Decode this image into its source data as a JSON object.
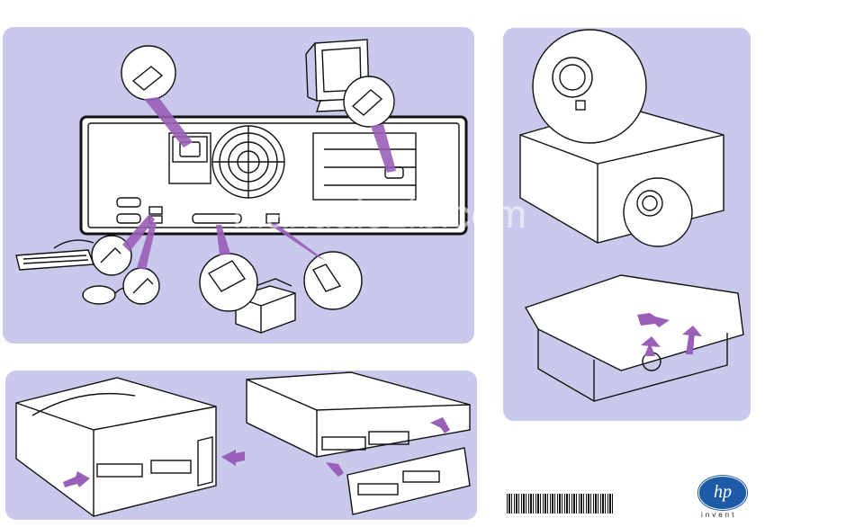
{
  "watermark": "ManualsLib.com",
  "brand": {
    "logo_text": "hp",
    "tagline": "invent"
  },
  "colors": {
    "panel": "#c9c9ec",
    "arrow": "#9a5fb8",
    "brand": "#1d5aa8"
  }
}
